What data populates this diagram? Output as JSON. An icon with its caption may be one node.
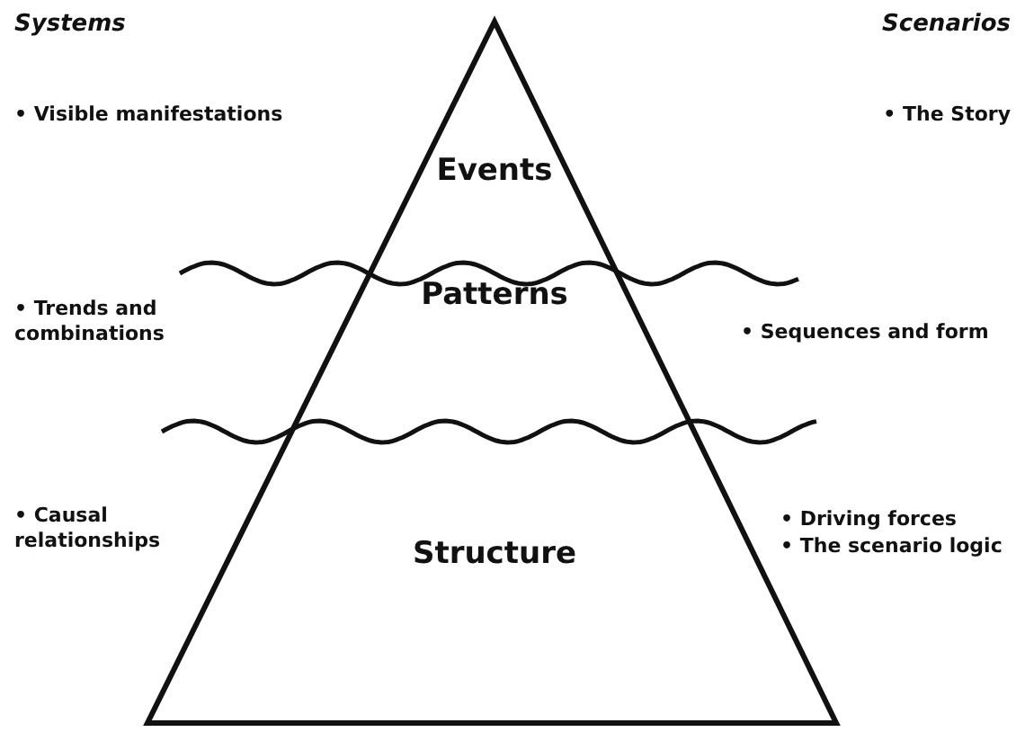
{
  "diagram": {
    "nodes": [
      {
        "text": [
          "Events"
        ]
      },
      {
        "text": [
          "Patterns"
        ]
      },
      {
        "text": [
          "Structure"
        ]
      }
    ],
    "labels": [
      "Systems",
      "Scenarios",
      "• Visible manifestations",
      "• The Story",
      "• Trends and combinations",
      "• Sequences and form",
      "• Causal relationships",
      "• Driving forces",
      "• The scenario logic"
    ]
  }
}
